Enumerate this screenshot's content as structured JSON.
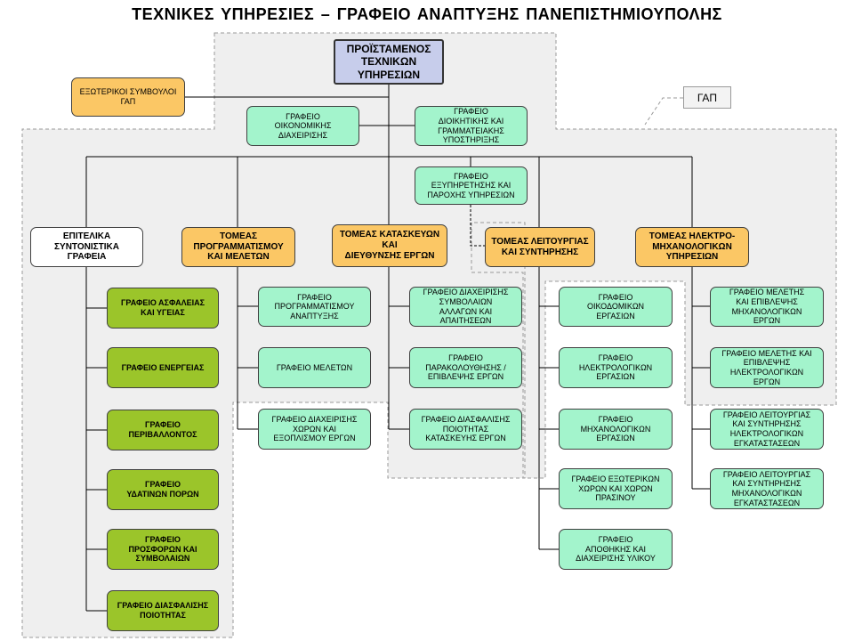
{
  "title": "ΤΕΧΝΙΚΕΣ ΥΠΗΡΕΣΙΕΣ – ΓΡΑΦΕΙΟ ΑΝΑΠΤΥΞΗΣ ΠΑΝΕΠΙΣΤΗΜΙΟΥΠΟΛΗΣ",
  "gap_label": "ΓΑΠ",
  "colors": {
    "head": "#c7cdeb",
    "orange": "#fbc765",
    "mint": "#a3f4cc",
    "green": "#9bc52a",
    "gap_region": "#efefef"
  },
  "head": "ΠΡΟΪΣΤΑΜΕΝΟΣ\nΤΕΧΝΙΚΩΝ\nΥΠΗΡΕΣΙΩΝ",
  "external_advisors": "ΕΞΩΤΕΡΙΚΟΙ ΣΥΜΒΟΥΛΟΙ\nΓΑΠ",
  "offices_top": {
    "finance": "ΓΡΑΦΕΙΟ\nΟΙΚΟΝΟΜΙΚΗΣ\nΔΙΑΧΕΙΡΙΣΗΣ",
    "admin": "ΓΡΑΦΕΙΟ\nΔΙΟΙΚΗΤΙΚΗΣ ΚΑΙ\nΓΡΑΜΜΑΤΕΙΑΚΗΣ\nΥΠΟΣΤΗΡΙΞΗΣ",
    "service": "ΓΡΑΦΕΙΟ\nΕΞΥΠΗΡΕΤΗΣΗΣ ΚΑΙ\nΠΑΡΟΧΗΣ ΥΠΗΡΕΣΙΩΝ"
  },
  "sectors": {
    "staff": {
      "name": "ΕΠΙΤΕΛΙΚΑ\nΣΥΝΤΟΝΙΣΤΙΚΑ\nΓΡΑΦΕΙΑ",
      "offices": [
        "ΓΡΑΦΕΙΟ ΑΣΦΑΛΕΙΑΣ\nΚΑΙ ΥΓΕΙΑΣ",
        "ΓΡΑΦΕΙΟ ΕΝΕΡΓΕΙΑΣ",
        "ΓΡΑΦΕΙΟ\nΠΕΡΙΒΑΛΛΟΝΤΟΣ",
        "ΓΡΑΦΕΙΟ\nΥΔΑΤΙΝΩΝ ΠΟΡΩΝ",
        "ΓΡΑΦΕΙΟ\nΠΡΟΣΦΟΡΩΝ ΚΑΙ\nΣΥΜΒΟΛΑΙΩΝ",
        "ΓΡΑΦΕΙΟ ΔΙΑΣΦΑΛΙΣΗΣ\nΠΟΙΟΤΗΤΑΣ"
      ]
    },
    "planning": {
      "name": "ΤΟΜΕΑΣ\nΠΡΟΓΡΑΜΜΑΤΙΣΜΟΥ\nΚΑΙ ΜΕΛΕΤΩΝ",
      "offices": [
        "ΓΡΑΦΕΙΟ\nΠΡΟΓΡΑΜΜΑΤΙΣΜΟΥ\nΑΝΑΠΤΥΞΗΣ",
        "ΓΡΑΦΕΙΟ ΜΕΛΕΤΩΝ",
        "ΓΡΑΦΕΙΟ ΔΙΑΧΕΙΡΙΣΗΣ\nΧΩΡΩΝ ΚΑΙ\nΕΞΟΠΛΙΣΜΟΥ ΕΡΓΩΝ"
      ]
    },
    "construction": {
      "name": "ΤΟΜΕΑΣ ΚΑΤΑΣΚΕΥΩΝ\nΚΑΙ\nΔΙΕΥΘΥΝΣΗΣ ΕΡΓΩΝ",
      "offices": [
        "ΓΡΑΦΕΙΟ ΔΙΑΧΕΙΡΙΣΗΣ\nΣΥΜΒΟΛΑΙΩΝ\nΑΛΛΑΓΩΝ ΚΑΙ\nΑΠΑΙΤΗΣΕΩΝ",
        "ΓΡΑΦΕΙΟ\nΠΑΡΑΚΟΛΟΥΘΗΣΗΣ /\nΕΠΙΒΛΕΨΗΣ ΕΡΓΩΝ",
        "ΓΡΑΦΕΙΟ ΔΙΑΣΦΑΛΙΣΗΣ\nΠΟΙΟΤΗΤΑΣ\nΚΑΤΑΣΚΕΥΗΣ ΕΡΓΩΝ"
      ]
    },
    "operations": {
      "name": "ΤΟΜΕΑΣ ΛΕΙΤΟΥΡΓΙΑΣ\nΚΑΙ ΣΥΝΤΗΡΗΣΗΣ",
      "offices": [
        "ΓΡΑΦΕΙΟ\nΟΙΚΟΔΟΜΙΚΩΝ\nΕΡΓΑΣΙΩΝ",
        "ΓΡΑΦΕΙΟ\nΗΛΕΚΤΡΟΛΟΓΙΚΩΝ\nΕΡΓΑΣΙΩΝ",
        "ΓΡΑΦΕΙΟ\nΜΗΧΑΝΟΛΟΓΙΚΩΝ\nΕΡΓΑΣΙΩΝ",
        "ΓΡΑΦΕΙΟ ΕΞΩΤΕΡΙΚΩΝ\nΧΩΡΩΝ ΚΑΙ ΧΩΡΩΝ\nΠΡΑΣΙΝΟΥ",
        "ΓΡΑΦΕΙΟ\nΑΠΟΘΗΚΗΣ ΚΑΙ\nΔΙΑΧΕΙΡΙΣΗΣ ΥΛΙΚΟΥ"
      ]
    },
    "electromech": {
      "name": "ΤΟΜΕΑΣ ΗΛΕΚΤΡΟ-\nΜΗΧΑΝΟΛΟΓΙΚΩΝ\nΥΠΗΡΕΣΙΩΝ",
      "offices": [
        "ΓΡΑΦΕΙΟ ΜΕΛΕΤΗΣ\nΚΑΙ ΕΠΙΒΛΕΨΗΣ\nΜΗΧΑΝΟΛΟΓΙΚΩΝ\nΕΡΓΩΝ",
        "ΓΡΑΦΕΙΟ ΜΕΛΕΤΗΣ ΚΑΙ\nΕΠΙΒΛΕΨΗΣ\nΗΛΕΚΤΡΟΛΟΓΙΚΩΝ\nΕΡΓΩΝ",
        "ΓΡΑΦΕΙΟ ΛΕΙΤΟΥΡΓΙΑΣ\nΚΑΙ ΣΥΝΤΗΡΗΣΗΣ\nΗΛΕΚΤΡΟΛΟΓΙΚΩΝ\nΕΓΚΑΤΑΣΤΑΣΕΩΝ",
        "ΓΡΑΦΕΙΟ ΛΕΙΤΟΥΡΓΙΑΣ\nΚΑΙ ΣΥΝΤΗΡΗΣΗΣ\nΜΗΧΑΝΟΛΟΓΙΚΩΝ\nΕΓΚΑΤΑΣΤΑΣΕΩΝ"
      ]
    }
  }
}
